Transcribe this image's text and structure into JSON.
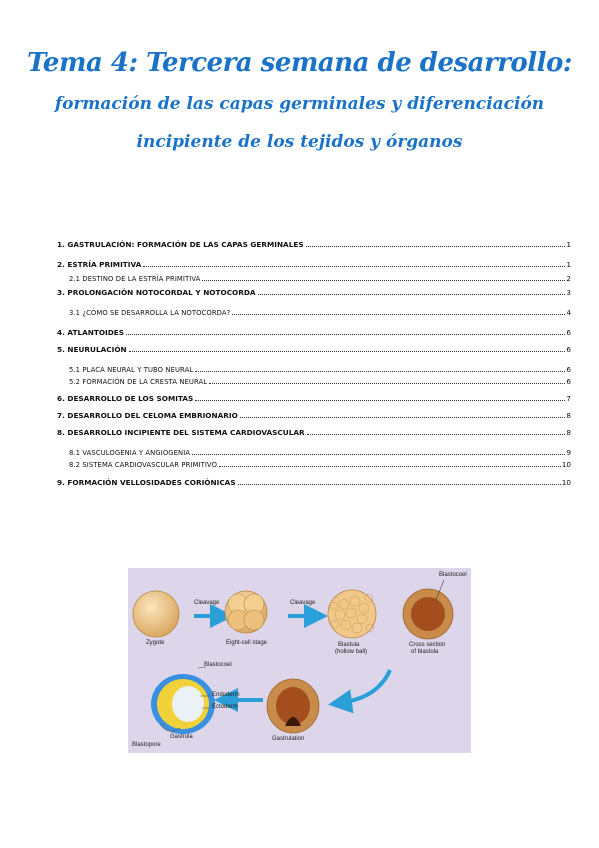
{
  "titles": {
    "line1": "Tema 4: Tercera semana de desarrollo:",
    "line2": "formación de las capas germinales y diferenciación",
    "line3": "incipiente de los tejidos y órganos"
  },
  "toc": [
    {
      "label": "1. GASTRULACIÓN: FORMACIÓN DE LAS CAPAS GERMINALES",
      "page": "1",
      "level": 1
    },
    {
      "label": "2. ESTRÍA PRIMITIVA",
      "page": "1",
      "level": 1
    },
    {
      "label": "2.1 DESTINO DE LA ESTRÍA PRIMITIVA",
      "page": "2",
      "level": 2
    },
    {
      "label": "3. PROLONGACIÓN NOTOCORDAL Y NOTOCORDA",
      "page": "3",
      "level": 1
    },
    {
      "label": "3.1 ¿CÓMO SE DESARROLLA LA NOTOCORDA?",
      "page": "4",
      "level": 2
    },
    {
      "label": "4. ATLANTOIDES",
      "page": "6",
      "level": 1
    },
    {
      "label": "5. NEURULACIÓN",
      "page": "6",
      "level": 1
    },
    {
      "label": "5.1 PLACA NEURAL Y TUBO NEURAL",
      "page": "6",
      "level": 2
    },
    {
      "label": "5.2 FORMACIÓN DE LA CRESTA NEURAL",
      "page": "6",
      "level": 2
    },
    {
      "label": "6. DESARROLLO DE LOS SOMITAS",
      "page": "7",
      "level": 1
    },
    {
      "label": "7. DESARROLLO DEL CELOMA EMBRIONARIO",
      "page": "8",
      "level": 1
    },
    {
      "label": "8. DESARROLLO INCIPIENTE DEL SISTEMA CARDIOVASCULAR",
      "page": "8",
      "level": 1
    },
    {
      "label": "8.1 VASCULOGENIA Y ANGIOGENIA",
      "page": "9",
      "level": 2
    },
    {
      "label": "8.2 SISTEMA CARDIOVASCULAR PRIMITIVO",
      "page": "10",
      "level": 2
    },
    {
      "label": "9. FORMACIÓN VELLOSIDADES CORIÓNICAS",
      "page": "10",
      "level": 1
    }
  ],
  "figure": {
    "labels": {
      "zygote": "Zygote",
      "cleavage1": "Cleavage",
      "eight_cell": "Eight-cell stage",
      "cleavage2": "Cleavage",
      "blastula": "Blastula",
      "blastula_sub": "(hollow ball)",
      "blastocoel_top": "Blastocoel",
      "cross_section": "Cross section",
      "cross_section_sub": "of blastula",
      "blastocoel": "Blastocoel",
      "endoderm": "Endoderm",
      "ectoderm": "Ectoderm",
      "gastrula": "Gastrula",
      "blastopore": "Blastopore",
      "gastrulation": "Gastrulation"
    },
    "colors": {
      "background": "#ddd6ea",
      "arrow": "#2a9fd8",
      "cell": "#f0c98a",
      "ectoderm": "#3a8fe0",
      "endoderm": "#f2d23a",
      "cavity": "#b8602a"
    }
  }
}
